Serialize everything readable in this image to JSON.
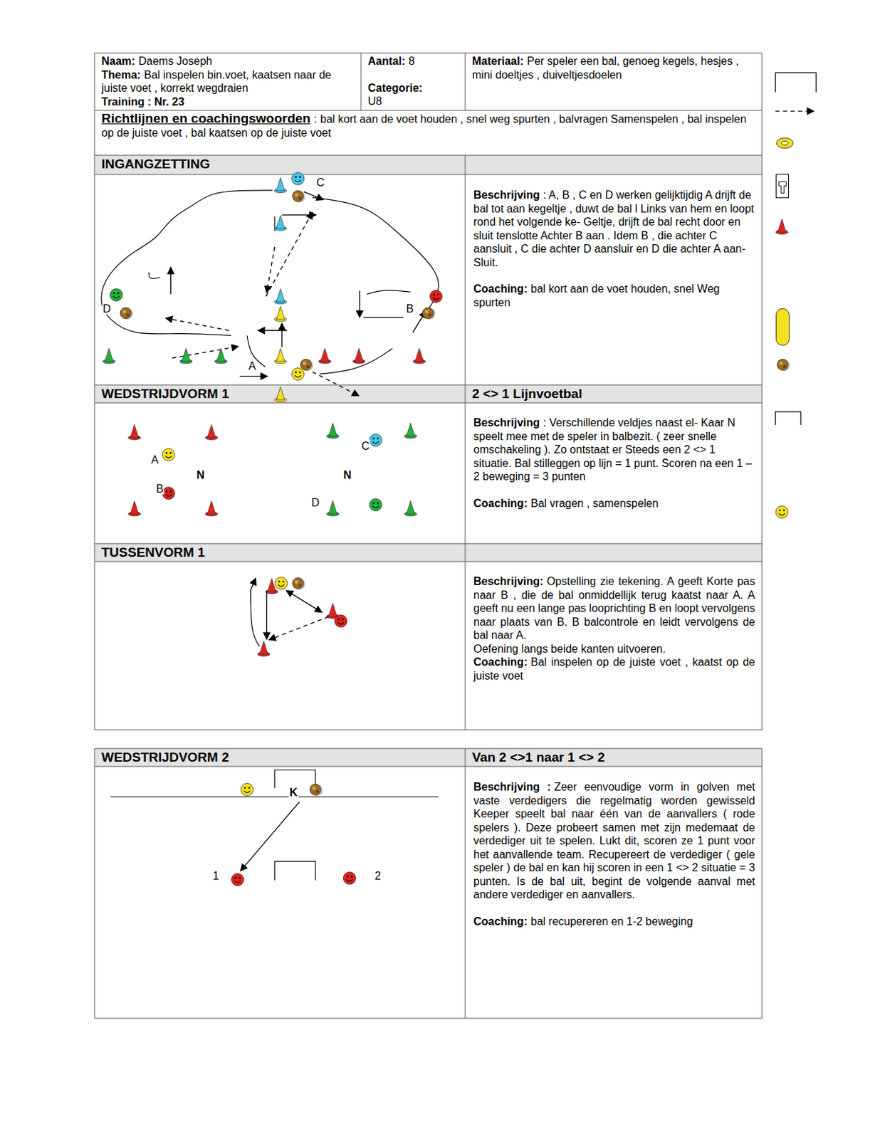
{
  "diagram": {
    "nodes": [
      {
        "text": [
          "Naam:",
          "Daems Joseph",
          "Thema:",
          "Bal inspelen bin.voet, kaatsen naar de juiste voet , korrekt wegdraien",
          "Training : Nr. 23"
        ]
      },
      {
        "text": [
          "Aantal:",
          "8",
          "Categorie:",
          "U8"
        ]
      },
      {
        "text": [
          "Materiaal:",
          "Per speler een bal, genoeg kegels, hesjes , mini doeltjes , duiveltjesdoelen"
        ]
      },
      {
        "text": [
          "Richtlijnen en coachingswoorden",
          ":",
          "bal kort aan de voet houden , snel weg spurten , balvragen Samenspelen , bal inspelen op de juiste voet , bal kaatsen op de juiste voet"
        ]
      },
      {
        "text": [
          "INGANGZETTING"
        ]
      },
      {
        "text": [
          "Beschrijving",
          ": A, B , C en D werken gelijktijdig A drijft de bal tot aan kegeltje , duwt de bal l Links van hem en loopt rond het volgende ke- Geltje, drijft de bal recht door en sluit tenslotte Achter B aan . Idem B , die achter C aansluit , C die achter D aansluir en D die achter A aan- Sluit.",
          "Coaching:",
          "bal kort aan de voet houden, snel Weg spurten"
        ]
      },
      {
        "text": [
          "WEDSTRIJDVORM 1"
        ]
      },
      {
        "text": [
          "2 <> 1 Lijnvoetbal"
        ]
      },
      {
        "text": [
          "Beschrijving",
          ": Verschillende veldjes naast el- Kaar N speelt mee met de speler in balbezit. ( zeer snelle omschakeling ). Zo ontstaat er Steeds een 2 <> 1 situatie. Bal stilleggen op lijn = 1 punt. Scoren na een 1 – 2 beweging = 3 punten",
          "Coaching:",
          "Bal vragen , samenspelen"
        ]
      },
      {
        "text": [
          "TUSSENVORM 1"
        ]
      },
      {
        "text": [
          "Beschrijving:",
          "Opstelling zie tekening. A geeft Korte pas naar B , die de bal onmiddellijk terug kaatst naar A. A geeft nu een lange pas looprichting B en loopt vervolgens naar plaats van B. B balcontrole en leidt vervolgens de bal naar A.",
          "Oefening langs beide kanten uitvoeren.",
          "Coaching:",
          "Bal inspelen op de juiste voet , kaatst op de juiste voet"
        ]
      },
      {
        "text": [
          "WEDSTRIJDVORM 2"
        ]
      },
      {
        "text": [
          "Van 2 <>1 naar 1 <> 2"
        ]
      },
      {
        "text": [
          "Beschrijving :",
          "Zeer eenvoudige vorm in golven met vaste verdedigers die regelmatig worden gewisseld Keeper speelt bal naar één van de aanvallers ( rode spelers ). Deze probeert samen met zijn medemaat de verdediger uit te spelen. Lukt dit, scoren ze 1 punt voor het aanvallende team. Recupereert de verdediger ( gele speler ) de bal en kan hij scoren in een 1 <> 2 situatie = 3 punten. Is de bal uit, begint de volgende aanval met andere verdediger en aanvallers.",
          "Coaching:",
          "bal recupereren en 1-2 beweging"
        ]
      }
    ],
    "labels": [
      "C",
      "D",
      "B",
      "A",
      "A",
      "B",
      "N",
      "N",
      "C",
      "D",
      "K",
      "1",
      "2"
    ]
  }
}
